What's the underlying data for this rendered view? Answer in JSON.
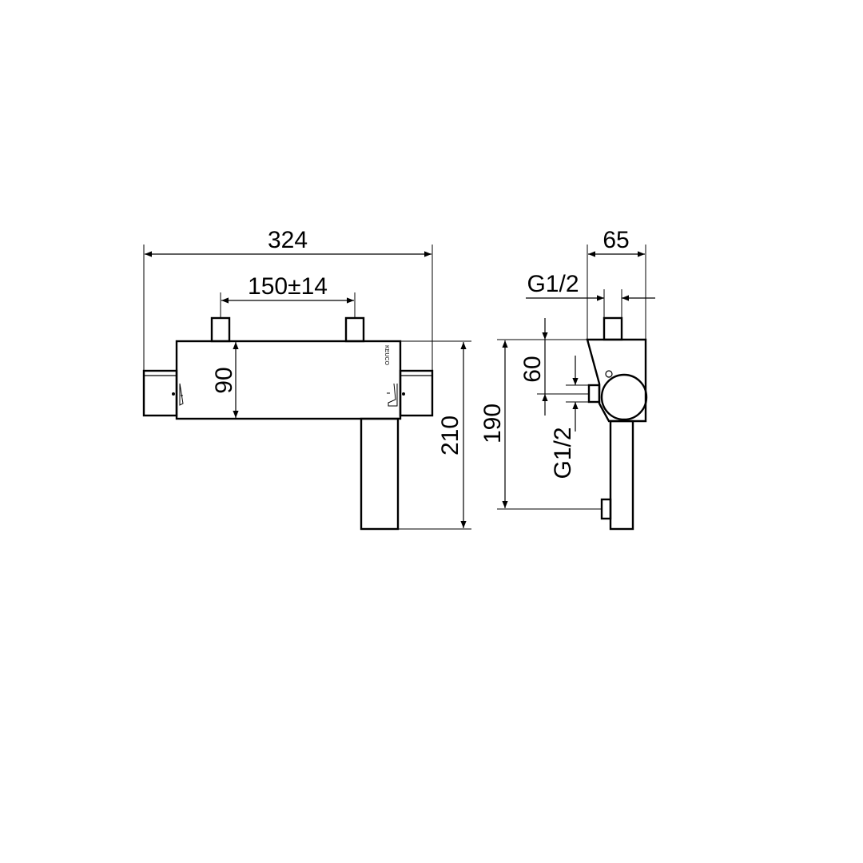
{
  "dimensions": {
    "overall_width": "324",
    "connection_spacing": "150±14",
    "body_height": "90",
    "overall_height": "210",
    "outlet_height": "190",
    "depth": "65",
    "thread_top": "G1/2",
    "offset": "60",
    "thread_side": "G1/2"
  },
  "brand": {
    "name": "KEUCO"
  }
}
